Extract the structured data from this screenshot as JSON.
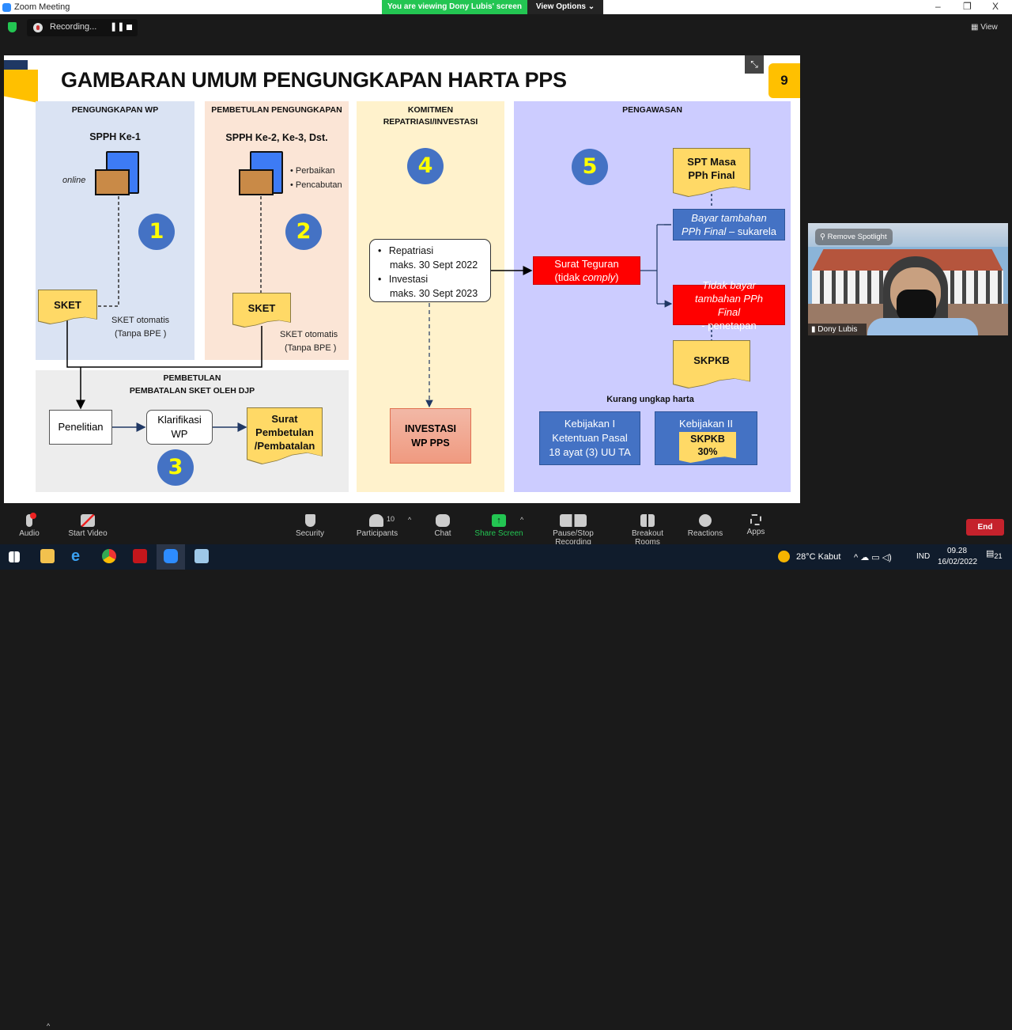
{
  "window": {
    "title": "Zoom Meeting",
    "banner": "You are viewing Dony Lubis' screen",
    "view_options": "View Options",
    "minimize": "–",
    "restore": "❐",
    "close": "X"
  },
  "topbar": {
    "recording": "Recording...",
    "view": "View"
  },
  "slide": {
    "title": "GAMBARAN UMUM PENGUNGKAPAN HARTA PPS",
    "page_number": "9",
    "col1": {
      "header": "PENGUNGKAPAN WP",
      "subtitle": "SPPH Ke-1",
      "online": "online",
      "step": "1",
      "sket": "SKET",
      "note1": "SKET otomatis",
      "note2": "(Tanpa BPE )"
    },
    "col2": {
      "header": "PEMBETULAN PENGUNGKAPAN",
      "subtitle": "SPPH Ke-2, Ke-3, Dst.",
      "bullets": [
        "Perbaikan",
        "Pencabutan"
      ],
      "step": "2",
      "sket": "SKET",
      "note1": "SKET otomatis",
      "note2": "(Tanpa BPE )"
    },
    "col3": {
      "header1": "KOMITMEN",
      "header2": "REPATRIASI/INVESTASI",
      "step": "4",
      "items": [
        {
          "label": "Repatriasi",
          "deadline": "maks. 30 Sept 2022"
        },
        {
          "label": "Investasi",
          "deadline": "maks. 30 Sept 2023"
        }
      ],
      "result": "INVESTASI WP PPS"
    },
    "col4": {
      "header": "PENGAWASAN",
      "step": "5",
      "teguran1": "Surat Teguran",
      "teguran2a": "(tidak ",
      "teguran2b": "comply",
      "spt": "SPT Masa PPh Final",
      "bayar1": "Bayar tambahan",
      "bayar2a": "PPh Final",
      "bayar2b": " – sukarela",
      "tidak": "Tidak bayar tambahan PPh Final",
      "tidak2": " -  penetapan",
      "skpkb": "SKPKB",
      "kurang": "Kurang ungkap harta",
      "kebijakan1": [
        "Kebijakan I",
        "Ketentuan Pasal",
        "18 ayat (3) UU TA"
      ],
      "kebijakan2": "Kebijakan II",
      "kebijakan2_doc": [
        "SKPKB",
        "30%"
      ]
    },
    "bottom": {
      "header1": "PEMBETULAN",
      "header2": "PEMBATALAN SKET OLEH DJP",
      "penelitian": "Penelitian",
      "klarifikasi": "Klarifikasi WP",
      "surat": "Surat Pembetulan /Pembatalan",
      "step": "3"
    }
  },
  "video": {
    "remove_spotlight": "Remove Spotlight",
    "participant": "Dony Lubis"
  },
  "toolbar": {
    "audio": "Audio",
    "start_video": "Start Video",
    "security": "Security",
    "participants": "Participants",
    "participants_count": "10",
    "chat": "Chat",
    "share_screen": "Share Screen",
    "recording": "Pause/Stop Recording",
    "breakout": "Breakout Rooms",
    "reactions": "Reactions",
    "apps": "Apps",
    "end": "End"
  },
  "taskbar": {
    "weather": "28°C  Kabut",
    "lang": "IND",
    "time": "09.28",
    "date": "16/02/2022",
    "notifications": "21"
  }
}
